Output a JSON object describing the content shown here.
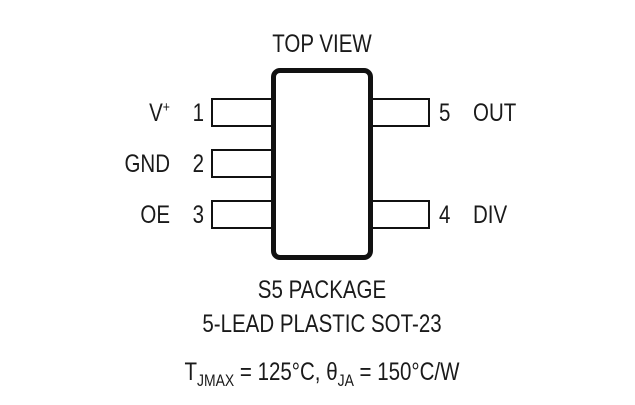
{
  "diagram": {
    "title": "TOP VIEW",
    "package_name": "S5 PACKAGE",
    "package_desc": "5-LEAD PLASTIC SOT-23",
    "thermal": {
      "tj_symbol": "T",
      "tj_sub": "JMAX",
      "tj_value": " = 125°C, ",
      "theta_symbol": "θ",
      "theta_sub": "JA",
      "theta_value": " = 150°C/W"
    },
    "pins": [
      {
        "number": "1",
        "name": "V",
        "name_sup": "+",
        "side": "left"
      },
      {
        "number": "2",
        "name": "GND",
        "side": "left"
      },
      {
        "number": "3",
        "name": "OE",
        "side": "left"
      },
      {
        "number": "4",
        "name": "DIV",
        "side": "right"
      },
      {
        "number": "5",
        "name": "OUT",
        "side": "right"
      }
    ],
    "colors": {
      "line": "#111111",
      "background": "#ffffff",
      "text": "#1a1a1a"
    }
  }
}
